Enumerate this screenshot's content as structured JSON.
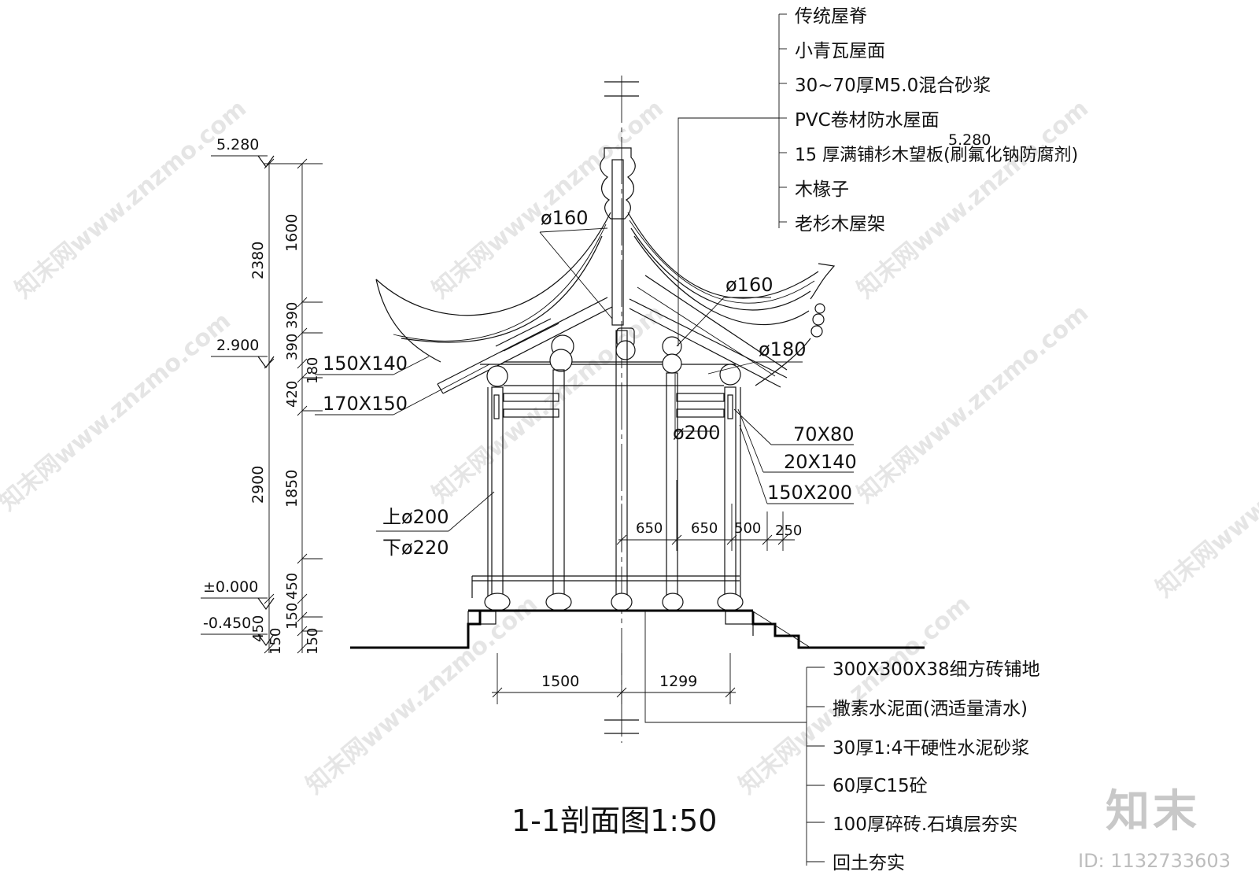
{
  "title": "1-1剖面图1:50",
  "logo": "知末",
  "drawing_id": "ID: 1132733603",
  "watermark": "知末网www.znzmo.com",
  "elevations": [
    "5.280",
    "2.900",
    "±0.000",
    "-0.450"
  ],
  "dims_outer": [
    "2380",
    "2900",
    "450"
  ],
  "dims_inner": [
    "1600",
    "390",
    "390",
    "180",
    "420",
    "1850",
    "450",
    "150",
    "150",
    "150"
  ],
  "dims_plan": [
    "1500",
    "1299"
  ],
  "dims_upper": [
    "650",
    "650",
    "500",
    "250"
  ],
  "member_labels": {
    "d160_top": "ø160",
    "d160_mid": "ø160",
    "d180": "ø180",
    "d200": "ø200",
    "s150x140": "150X140",
    "s170x150": "170X150",
    "s70x80": "70X80",
    "s20x140": "20X140",
    "s150x200": "150X200",
    "col_top": "上ø200",
    "col_bottom": "下ø220",
    "ridge_level": "5.280"
  },
  "roof_notes": [
    "传统屋脊",
    "小青瓦屋面",
    "30~70厚M5.0混合砂浆",
    "PVC卷材防水屋面",
    "15 厚满铺杉木望板(刷氟化钠防腐剂)",
    "木椽子",
    "老杉木屋架"
  ],
  "floor_notes": [
    "300X300X38细方砖铺地",
    "撒素水泥面(洒适量清水)",
    "30厚1:4干硬性水泥砂浆",
    "60厚C15砼",
    "100厚碎砖.石填层夯实",
    "回土夯实"
  ]
}
